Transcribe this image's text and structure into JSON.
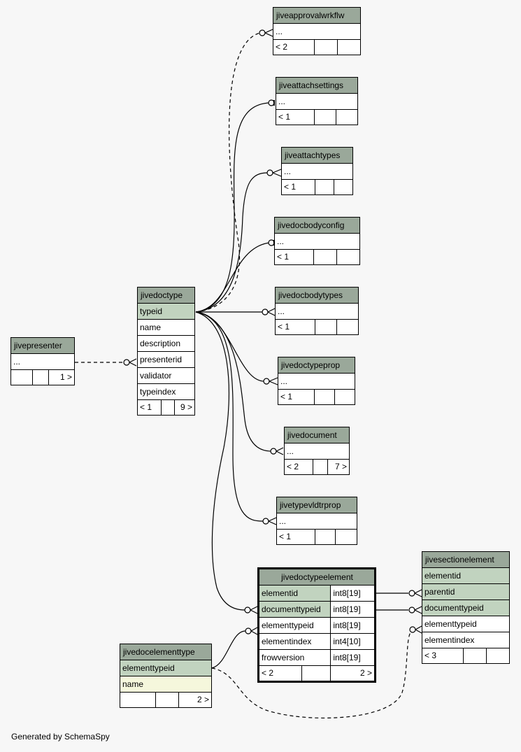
{
  "footer": "Generated by SchemaSpy",
  "tables": {
    "jiveapprovalwrkflw": {
      "title": "jiveapprovalwrkflw",
      "row": "...",
      "foot": [
        "< 2",
        "",
        ""
      ]
    },
    "jiveattachsettings": {
      "title": "jiveattachsettings",
      "row": "...",
      "foot": [
        "< 1",
        "",
        ""
      ]
    },
    "jiveattachtypes": {
      "title": "jiveattachtypes",
      "row": "...",
      "foot": [
        "< 1",
        "",
        ""
      ]
    },
    "jivedocbodyconfig": {
      "title": "jivedocbodyconfig",
      "row": "...",
      "foot": [
        "< 1",
        "",
        ""
      ]
    },
    "jivedocbodytypes": {
      "title": "jivedocbodytypes",
      "row": "...",
      "foot": [
        "< 1",
        "",
        ""
      ]
    },
    "jivedoctypeprop": {
      "title": "jivedoctypeprop",
      "row": "...",
      "foot": [
        "< 1",
        "",
        ""
      ]
    },
    "jivedocument": {
      "title": "jivedocument",
      "row": "...",
      "foot": [
        "< 2",
        "",
        "7 >"
      ]
    },
    "jivetypevldtrprop": {
      "title": "jivetypevldtrprop",
      "row": "...",
      "foot": [
        "< 1",
        "",
        ""
      ]
    },
    "jivepresenter": {
      "title": "jivepresenter",
      "row": "...",
      "foot": [
        "",
        "",
        "1 >"
      ]
    },
    "jivedoctype": {
      "title": "jivedoctype",
      "columns": [
        "typeid",
        "name",
        "description",
        "presenterid",
        "validator",
        "typeindex"
      ],
      "foot": [
        "< 1",
        "",
        "9 >"
      ]
    },
    "jivedoctypeelement": {
      "title": "jivedoctypeelement",
      "columns": [
        {
          "name": "elementid",
          "type": "int8[19]"
        },
        {
          "name": "documenttypeid",
          "type": "int8[19]"
        },
        {
          "name": "elementtypeid",
          "type": "int8[19]"
        },
        {
          "name": "elementindex",
          "type": "int4[10]"
        },
        {
          "name": "frowversion",
          "type": "int8[19]"
        }
      ],
      "foot": [
        "< 2",
        "",
        "2 >"
      ]
    },
    "jivesectionelement": {
      "title": "jivesectionelement",
      "columns": [
        "elementid",
        "parentid",
        "documenttypeid",
        "elementtypeid",
        "elementindex"
      ],
      "foot": [
        "< 3",
        "",
        ""
      ]
    },
    "jivedocelementtype": {
      "title": "jivedocelementtype",
      "columns": [
        "elementtypeid",
        "name"
      ],
      "foot": [
        "",
        "",
        "2 >"
      ]
    }
  }
}
